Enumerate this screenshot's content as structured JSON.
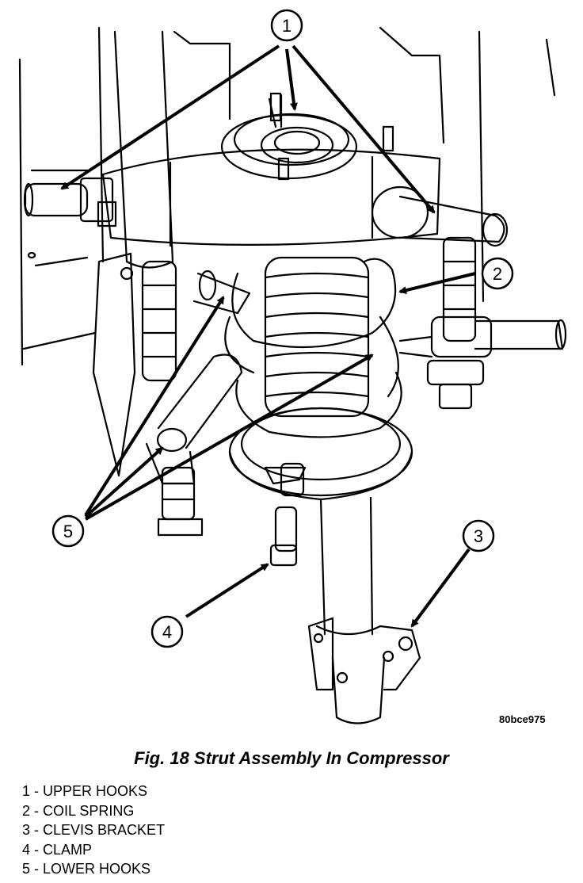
{
  "figure_code": "80bce975",
  "caption": "Fig. 18 Strut Assembly In Compressor",
  "callouts": [
    "1",
    "2",
    "3",
    "4",
    "5"
  ],
  "legend": [
    {
      "num": "1",
      "label": "UPPER HOOKS"
    },
    {
      "num": "2",
      "label": "COIL SPRING"
    },
    {
      "num": "3",
      "label": "CLEVIS BRACKET"
    },
    {
      "num": "4",
      "label": "CLAMP"
    },
    {
      "num": "5",
      "label": "LOWER HOOKS"
    }
  ]
}
